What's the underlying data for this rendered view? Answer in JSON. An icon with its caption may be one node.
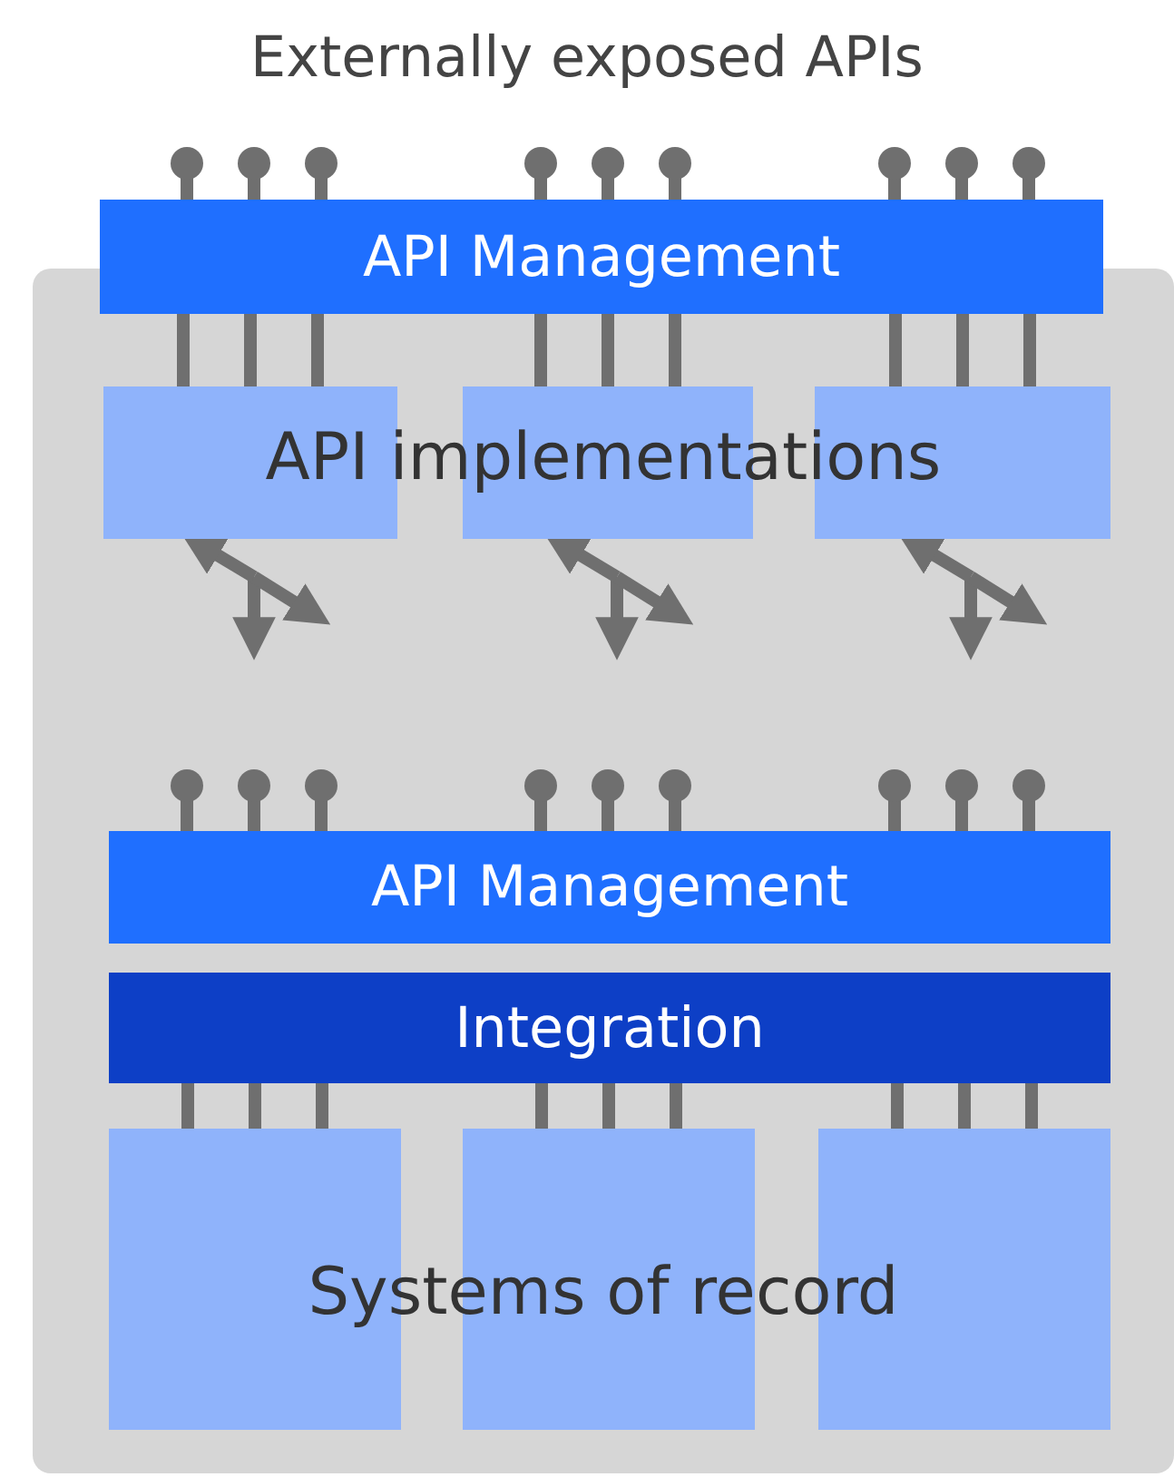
{
  "diagram": {
    "title": "Externally exposed APIs",
    "nodes": [
      {
        "text": [],
        "shape": "box"
      },
      {
        "text": [
          "API Management"
        ]
      },
      {
        "text": [],
        "shape": "box",
        "in": 0
      },
      {
        "text": [],
        "shape": "box",
        "in": 0
      },
      {
        "text": [],
        "shape": "box",
        "in": 0
      },
      {
        "text": [
          "API Management"
        ],
        "in": 0
      },
      {
        "text": [
          "Integration"
        ],
        "in": 0
      },
      {
        "text": [],
        "shape": "box",
        "in": 0
      },
      {
        "text": [],
        "shape": "box",
        "in": 0
      },
      {
        "text": [],
        "shape": "box",
        "in": 0
      }
    ],
    "edges": [
      {
        "from": 1,
        "to": 2,
        "arrow": "none"
      },
      {
        "from": 1,
        "to": 2,
        "arrow": "none"
      },
      {
        "from": 1,
        "to": 2,
        "arrow": "none"
      },
      {
        "from": 1,
        "to": 3,
        "arrow": "none"
      },
      {
        "from": 1,
        "to": 3,
        "arrow": "none"
      },
      {
        "from": 1,
        "to": 3,
        "arrow": "none"
      },
      {
        "from": 1,
        "to": 4,
        "arrow": "none"
      },
      {
        "from": 1,
        "to": 4,
        "arrow": "none"
      },
      {
        "from": 1,
        "to": 4,
        "arrow": "none"
      },
      {
        "from": 6,
        "to": 7,
        "arrow": "none"
      },
      {
        "from": 6,
        "to": 7,
        "arrow": "none"
      },
      {
        "from": 6,
        "to": 7,
        "arrow": "none"
      },
      {
        "from": 6,
        "to": 8,
        "arrow": "none"
      },
      {
        "from": 6,
        "to": 8,
        "arrow": "none"
      },
      {
        "from": 6,
        "to": 8,
        "arrow": "none"
      },
      {
        "from": 6,
        "to": 9,
        "arrow": "none"
      },
      {
        "from": 6,
        "to": 9,
        "arrow": "none"
      },
      {
        "from": 6,
        "to": 9,
        "arrow": "none"
      }
    ],
    "labels": [
      "API implementations",
      "Systems of record"
    ]
  }
}
